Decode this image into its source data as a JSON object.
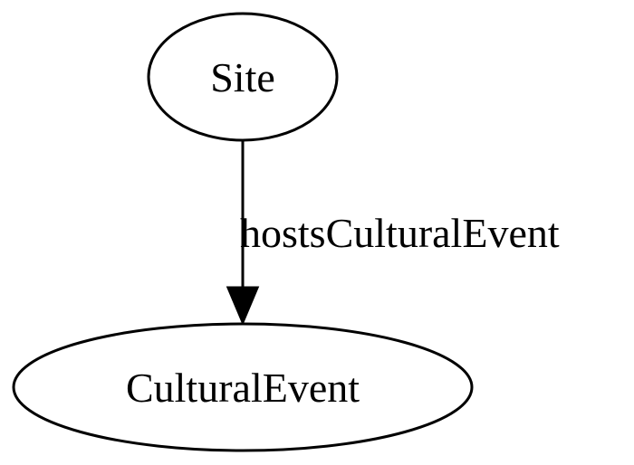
{
  "diagram": {
    "nodes": [
      {
        "id": "site",
        "label": "Site"
      },
      {
        "id": "cultural-event",
        "label": "CulturalEvent"
      }
    ],
    "edges": [
      {
        "from": "site",
        "to": "cultural-event",
        "label": "hostsCulturalEvent"
      }
    ]
  },
  "colors": {
    "stroke": "#000000",
    "background": "#ffffff"
  }
}
